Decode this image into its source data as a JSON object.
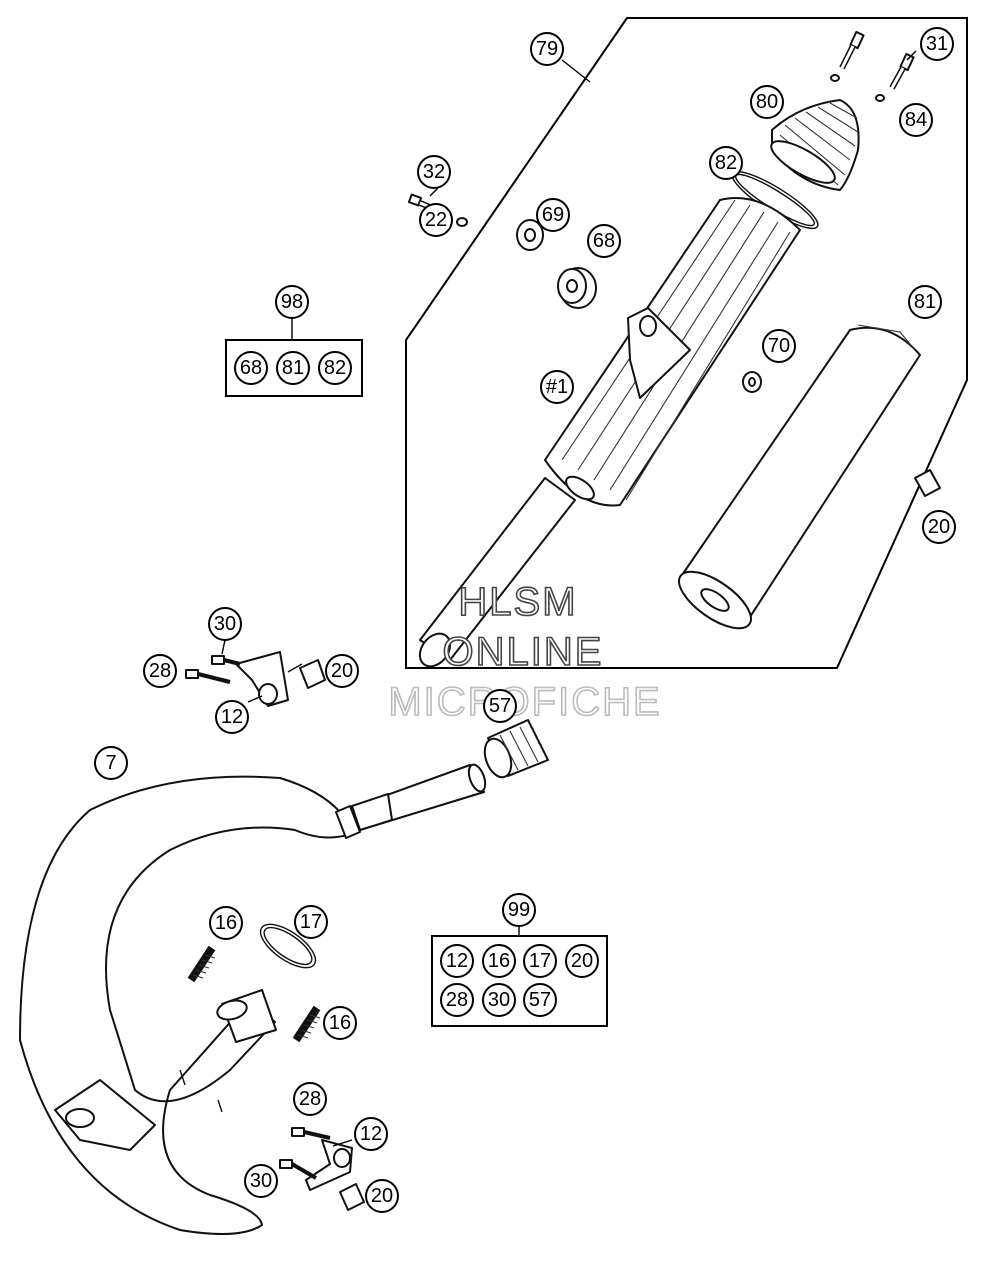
{
  "callouts": {
    "p79": "79",
    "p31": "31",
    "p80": "80",
    "p84": "84",
    "p82": "82",
    "p32": "32",
    "p22": "22",
    "p69": "69",
    "p68": "68",
    "p81": "81",
    "p70": "70",
    "p1": "#1",
    "p20a": "20",
    "p98": "98",
    "p30a": "30",
    "p28a": "28",
    "p20b": "20",
    "p12a": "12",
    "p57": "57",
    "p7": "7",
    "p16a": "16",
    "p17": "17",
    "p16b": "16",
    "p99": "99",
    "p28b": "28",
    "p12b": "12",
    "p30b": "30",
    "p20c": "20"
  },
  "kit98": {
    "label": "98",
    "items": [
      "68",
      "81",
      "82"
    ]
  },
  "kit99": {
    "label": "99",
    "row1": [
      "12",
      "16",
      "17",
      "20"
    ],
    "row2": [
      "28",
      "30",
      "57"
    ]
  },
  "watermark": {
    "line1": "HLSM",
    "line2": "ONLINE",
    "line3": "MICROFICHE"
  }
}
